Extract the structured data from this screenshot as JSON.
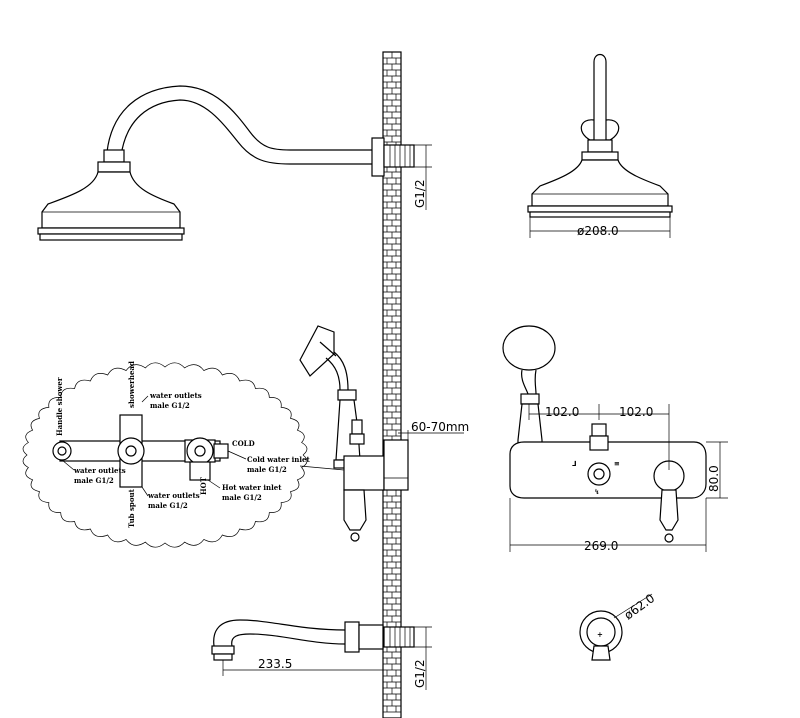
{
  "dimensions": {
    "pipe_thread_top": "G1/2",
    "pipe_thread_bottom": "G1/2",
    "head_diameter": "ø208.0",
    "rail_range": "60-70mm",
    "spacing_left": "102.0",
    "spacing_right": "102.0",
    "plate_height": "80.0",
    "plate_width": "269.0",
    "spout_length": "233.5",
    "handle_diameter": "ø62.0"
  },
  "callout": {
    "showerhead": "showerhead",
    "handle_shower": "Handle shower",
    "tub_spout": "Tub spout",
    "outlet_top_1": "water outlets",
    "outlet_top_2": "male G1/2",
    "outlet_left_1": "water outlets",
    "outlet_left_2": "male G1/2",
    "outlet_bottom_1": "water outlets",
    "outlet_bottom_2": "male G1/2",
    "cold": "COLD",
    "hot": "HOT",
    "cold_inlet_1": "Cold water inlet",
    "cold_inlet_2": "male G1/2",
    "hot_inlet_1": "Hot water inlet",
    "hot_inlet_2": "male G1/2"
  }
}
